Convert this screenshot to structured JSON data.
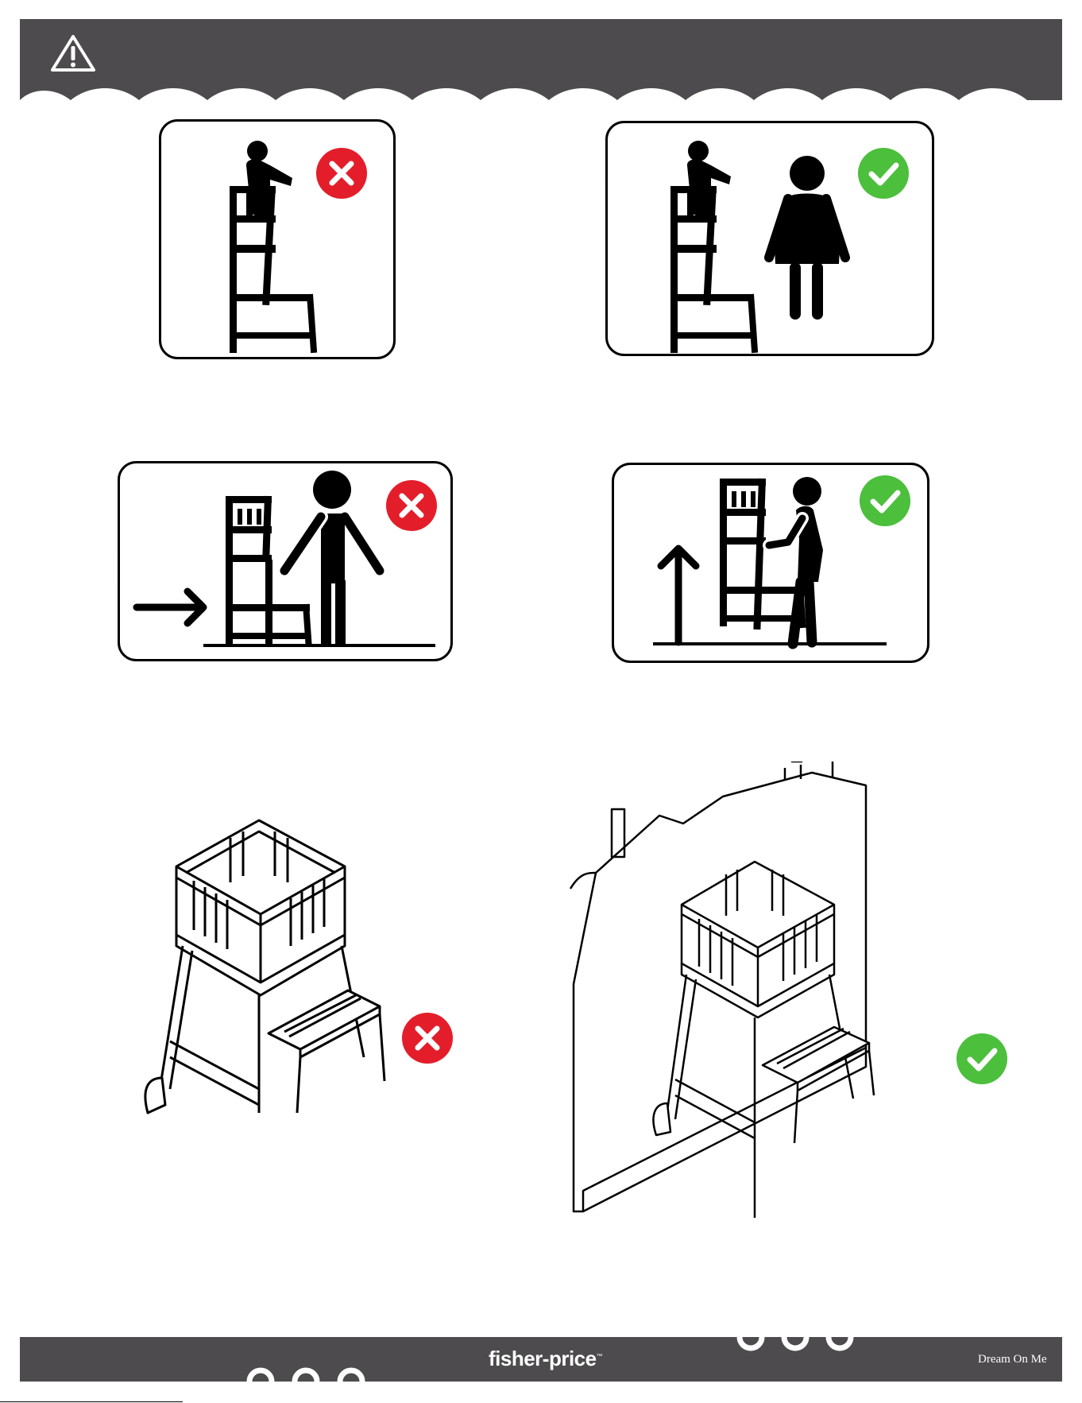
{
  "header": {
    "icon": "warning-triangle-icon",
    "background": "#4d4b4d"
  },
  "panels": [
    {
      "id": "child-unattended",
      "status": "incorrect",
      "icon": "x-circle-icon"
    },
    {
      "id": "child-supervised",
      "status": "correct",
      "icon": "check-circle-icon"
    },
    {
      "id": "moving-with-child",
      "status": "incorrect",
      "icon": "x-circle-icon"
    },
    {
      "id": "lifting-empty",
      "status": "correct",
      "icon": "check-circle-icon"
    },
    {
      "id": "tower-freestanding",
      "status": "incorrect",
      "icon": "x-circle-icon"
    },
    {
      "id": "tower-against-counter",
      "status": "correct",
      "icon": "check-circle-icon"
    }
  ],
  "colors": {
    "incorrect": "#e31e2a",
    "correct": "#4cbf3c",
    "bar": "#4d4b4d"
  },
  "footer": {
    "brand": "fisher-price",
    "brand_tm": "™",
    "partner_logo": "Dream On Me"
  }
}
